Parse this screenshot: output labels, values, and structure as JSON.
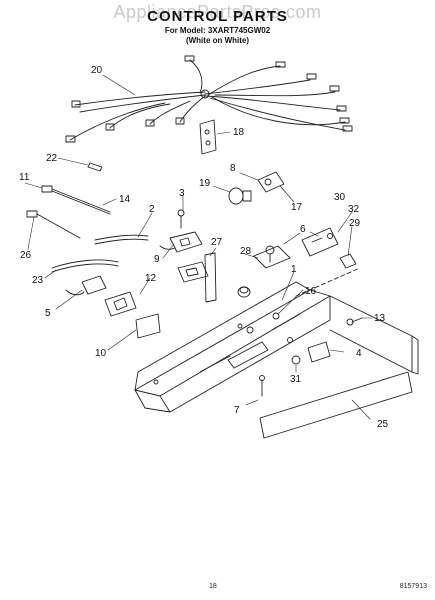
{
  "watermark": "AppliancePartsPros.com",
  "header": {
    "title": "CONTROL PARTS",
    "model_line": "For Model: 3XART745GW02",
    "color_line": "(White on White)"
  },
  "callouts": {
    "c1": "1",
    "c2": "2",
    "c3": "3",
    "c4": "4",
    "c5": "5",
    "c6": "6",
    "c7": "7",
    "c8": "8",
    "c9": "9",
    "c10": "10",
    "c11": "11",
    "c12": "12",
    "c13": "13",
    "c14": "14",
    "c16": "16",
    "c17": "17",
    "c18": "18",
    "c19": "19",
    "c20": "20",
    "c22": "22",
    "c23": "23",
    "c25": "25",
    "c26": "26",
    "c27": "27",
    "c28": "28",
    "c29": "29",
    "c30": "30",
    "c31": "31",
    "c32": "32"
  },
  "footer": {
    "page_number": "18",
    "document_number": "8157913"
  }
}
